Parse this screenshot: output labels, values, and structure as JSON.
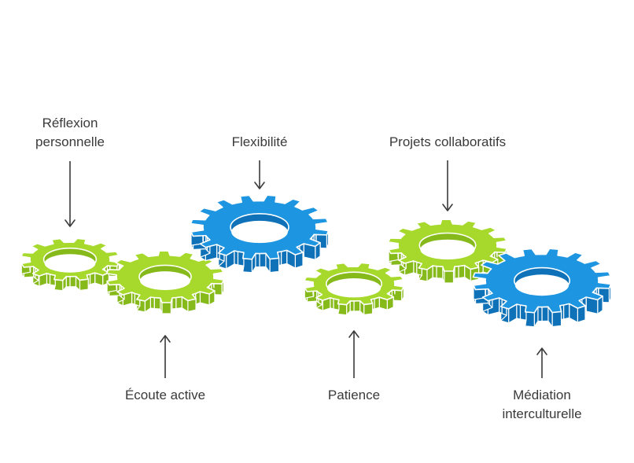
{
  "colors": {
    "green": "#a6d92c",
    "green_dark": "#86b91a",
    "blue": "#1e95e0",
    "blue_dark": "#0f72b8",
    "outline": "#ffffff",
    "arrow": "#3a3a3a"
  },
  "labels": {
    "reflexion": [
      "Réflexion",
      "personnelle"
    ],
    "ecoute": [
      "Écoute active"
    ],
    "flexibilite": [
      "Flexibilité"
    ],
    "patience": [
      "Patience"
    ],
    "projets": [
      "Projets collaboratifs"
    ],
    "mediation": [
      "Médiation",
      "interculturelle"
    ]
  },
  "gears": [
    {
      "key": "reflexion",
      "color": "green"
    },
    {
      "key": "ecoute",
      "color": "green"
    },
    {
      "key": "flexibilite",
      "color": "blue"
    },
    {
      "key": "patience",
      "color": "green"
    },
    {
      "key": "projets",
      "color": "green"
    },
    {
      "key": "mediation",
      "color": "blue"
    }
  ]
}
